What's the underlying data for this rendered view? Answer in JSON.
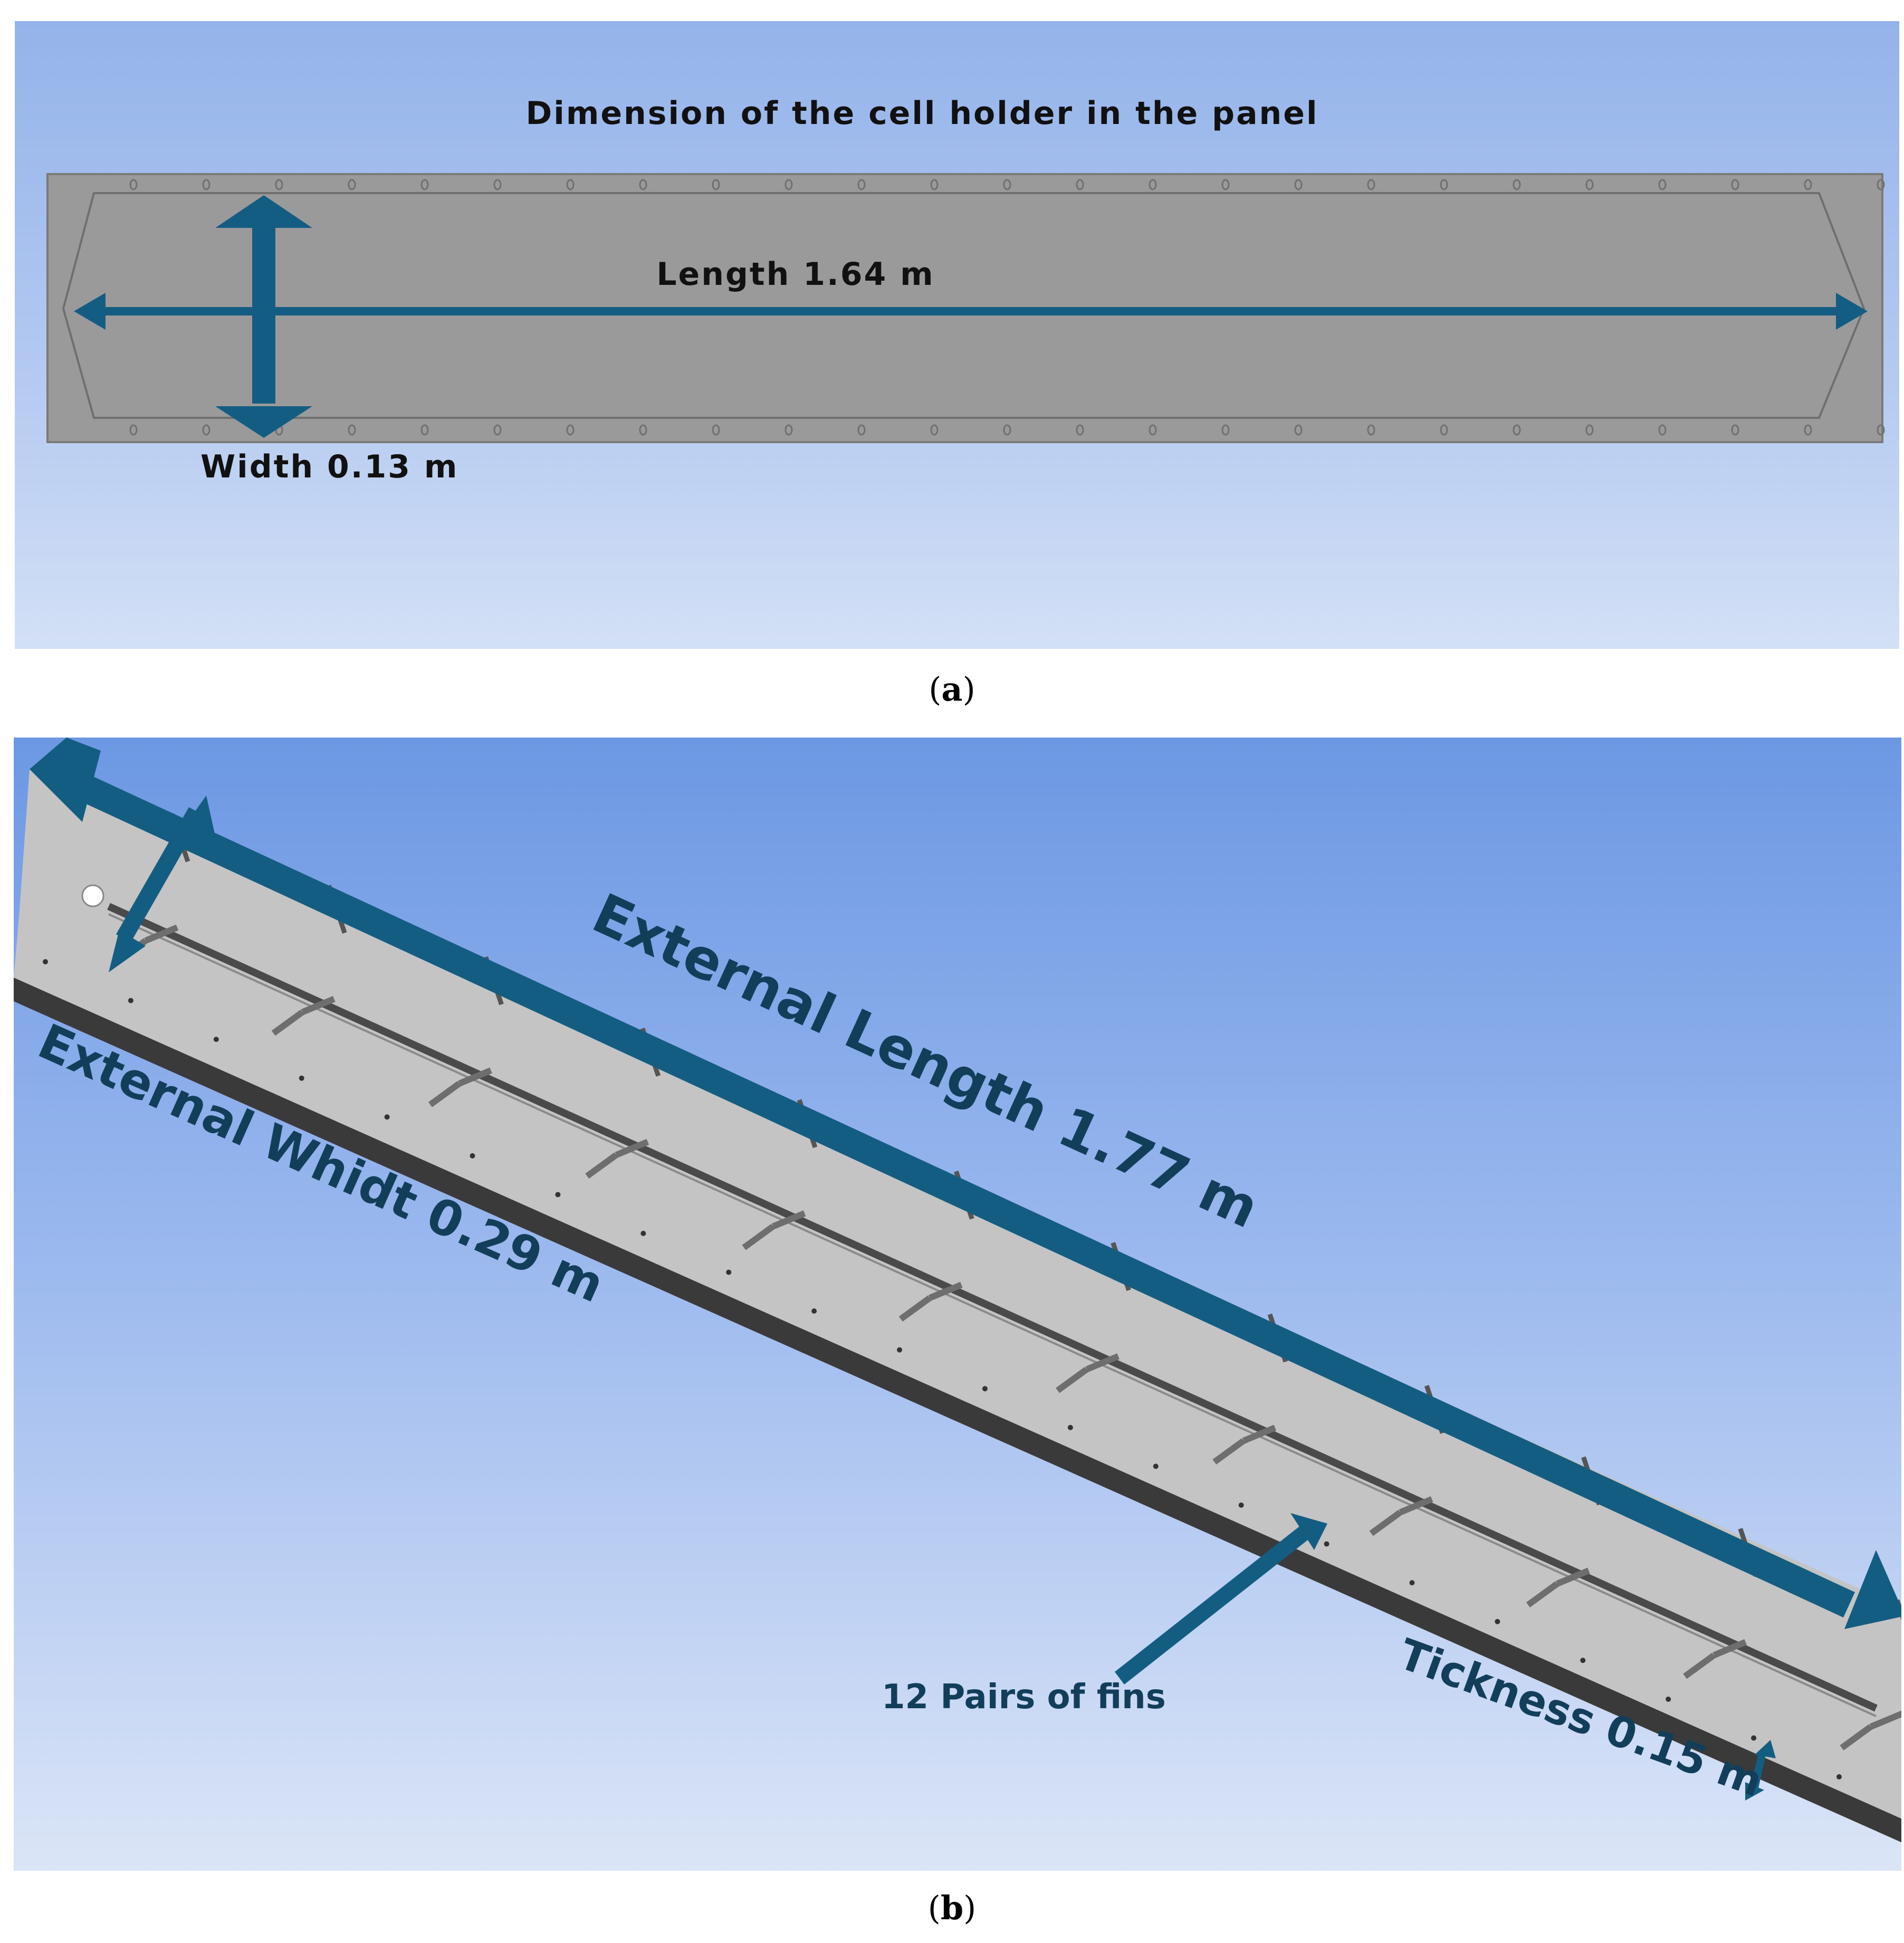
{
  "panel_a": {
    "title": "Dimension of the cell  holder in the panel",
    "length_label": "Length 1.64 m",
    "width_label": "Width 0.13 m",
    "caption_letter": "a"
  },
  "panel_b": {
    "length_label": "External Length 1.77 m",
    "width_label": "External  Whidt 0.29 m",
    "fins_label": "12 Pairs of fins",
    "thickness_label": "Tickness 0.15 m",
    "caption_letter": "b",
    "fin_pairs": 12
  },
  "colors": {
    "arrow": "#145d82",
    "panel_grey": "#9a9a9a",
    "panel_b_surface": "#c4c4c4",
    "panel_b_edge": "#3a3a3a"
  }
}
